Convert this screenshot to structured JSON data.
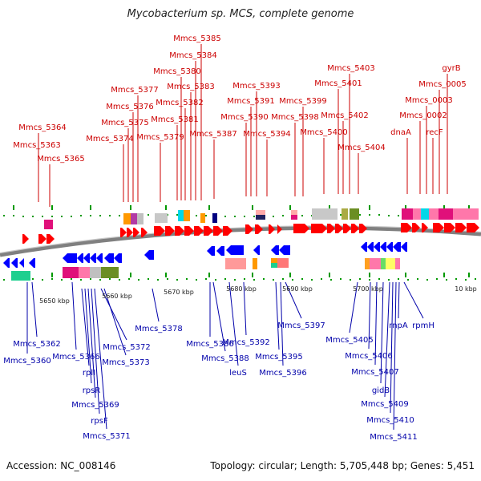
{
  "title": "Mycobacterium sp. MCS, complete genome",
  "footer": {
    "accession": "Accession: NC_008146",
    "topology": "Topology: circular; Length: 5,705,448 bp; Genes: 5,451"
  },
  "colors": {
    "forward": "#ff0000",
    "reverse": "#0000ff",
    "backbone": "#808080",
    "tick": "#009900",
    "top_label": "#cc0000",
    "bottom_label": "#0000aa"
  },
  "ticks": [
    "5650 kbp",
    "5660 kbp",
    "5670 kbp",
    "5680 kbp",
    "5690 kbp",
    "5700 kbp",
    "10 kbp"
  ],
  "top_genes": [
    "Mmcs_5364",
    "Mmcs_5363",
    "Mmcs_5365",
    "Mmcs_5374",
    "Mmcs_5375",
    "Mmcs_5376",
    "Mmcs_5377",
    "Mmcs_5379",
    "Mmcs_5381",
    "Mmcs_5380",
    "Mmcs_5382",
    "Mmcs_5383",
    "Mmcs_5384",
    "Mmcs_5385",
    "Mmcs_5387",
    "Mmcs_5390",
    "Mmcs_5391",
    "Mmcs_5393",
    "Mmcs_5394",
    "Mmcs_5398",
    "Mmcs_5399",
    "Mmcs_5400",
    "Mmcs_5401",
    "Mmcs_5402",
    "Mmcs_5403",
    "Mmcs_5404",
    "dnaA",
    "Mmcs_0002",
    "Mmcs_0003",
    "recF",
    "Mmcs_0005",
    "gyrB"
  ],
  "bottom_genes": [
    "Mmcs_5362",
    "Mmcs_5360",
    "Mmcs_5366",
    "rplI",
    "rpsR",
    "Mmcs_5369",
    "rpsF",
    "Mmcs_5371",
    "Mmcs_5372",
    "Mmcs_5373",
    "Mmcs_5378",
    "Mmcs_5386",
    "Mmcs_5388",
    "leuS",
    "Mmcs_5392",
    "Mmcs_5395",
    "Mmcs_5396",
    "Mmcs_5397",
    "Mmcs_5405",
    "Mmcs_5406",
    "Mmcs_5407",
    "gidB",
    "Mmcs_5409",
    "Mmcs_5410",
    "Mmcs_5411",
    "rnpA",
    "rpmH"
  ]
}
